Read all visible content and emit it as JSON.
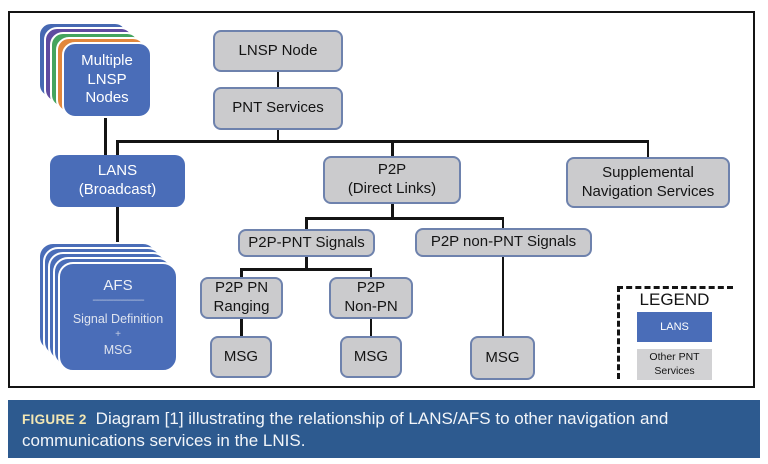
{
  "nodes": {
    "multiple_lnsp": {
      "line1": "Multiple",
      "line2": "LNSP",
      "line3": "Nodes"
    },
    "lnsp_node": {
      "label": "LNSP Node"
    },
    "pnt_services": {
      "label": "PNT Services"
    },
    "lans": {
      "line1": "LANS",
      "line2": "(Broadcast)"
    },
    "p2p": {
      "line1": "P2P",
      "line2": "(Direct Links)"
    },
    "supplemental": {
      "line1": "Supplemental",
      "line2": "Navigation Services"
    },
    "p2p_pnt": {
      "label": "P2P-PNT Signals"
    },
    "p2p_non_pnt": {
      "label": "P2P non-PNT Signals"
    },
    "pn_ranging": {
      "line1": "P2P PN",
      "line2": "Ranging"
    },
    "non_pn": {
      "line1": "P2P",
      "line2": "Non-PN"
    },
    "msg1": {
      "label": "MSG"
    },
    "msg2": {
      "label": "MSG"
    },
    "msg3": {
      "label": "MSG"
    },
    "afs": {
      "title": "AFS",
      "divider": "----------------------",
      "line1": "Signal Definition",
      "plus": "+",
      "line2": "MSG"
    }
  },
  "legend": {
    "title": "LEGEND",
    "lans_label": "LANS",
    "other_line1": "Other PNT",
    "other_line2": "Services"
  },
  "caption": {
    "figure_label": "FIGURE 2",
    "text": "Diagram [1] illustrating the relationship of LANS/AFS to other navigation and communications services in the LNIS."
  },
  "colors": {
    "lans_blue": "#4a6db8",
    "box_gray": "#cbcbcd",
    "box_border": "#6e82ad",
    "stack_back_blue": "#4668b2",
    "stack_purple": "#5f4ba0",
    "stack_green": "#44a45e",
    "stack_orange": "#e2873c",
    "connector_black": "#141414",
    "caption_background": "#2d5a8f",
    "figure_label_cream": "#f3e7b3"
  }
}
